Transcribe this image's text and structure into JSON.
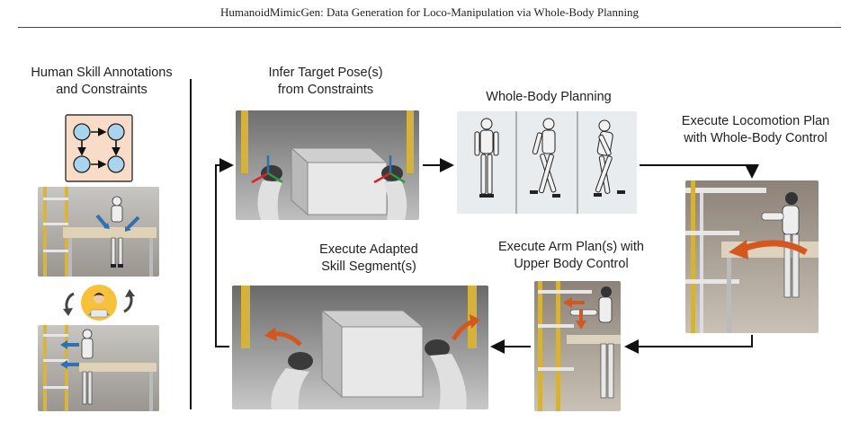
{
  "header": {
    "title": "HumanoidMimicGen: Data Generation for Loco-Manipulation via Whole-Body Planning"
  },
  "figure": {
    "labels": {
      "annotations_l1": "Human Skill Annotations",
      "annotations_l2": "and Constraints",
      "infer_l1": "Infer Target Pose(s)",
      "infer_l2": "from Constraints",
      "wbp": "Whole-Body Planning",
      "loco_l1": "Execute Locomotion Plan",
      "loco_l2": "with Whole-Body Control",
      "adapted_l1": "Execute Adapted",
      "adapted_l2": "Skill Segment(s)",
      "arm_l1": "Execute Arm Plan(s) with",
      "arm_l2": "Upper Body Control"
    },
    "colors": {
      "graph_fill": "#f9dcc8",
      "node_fill": "#a8d4ee",
      "blue_arrow": "#2f6fb3",
      "orange_arrow": "#d4571f",
      "flow_arrow": "#111111"
    },
    "icons": [
      "human-annotator-icon",
      "cycle-arrow-left-icon",
      "cycle-arrow-right-icon",
      "robot-icon"
    ]
  }
}
